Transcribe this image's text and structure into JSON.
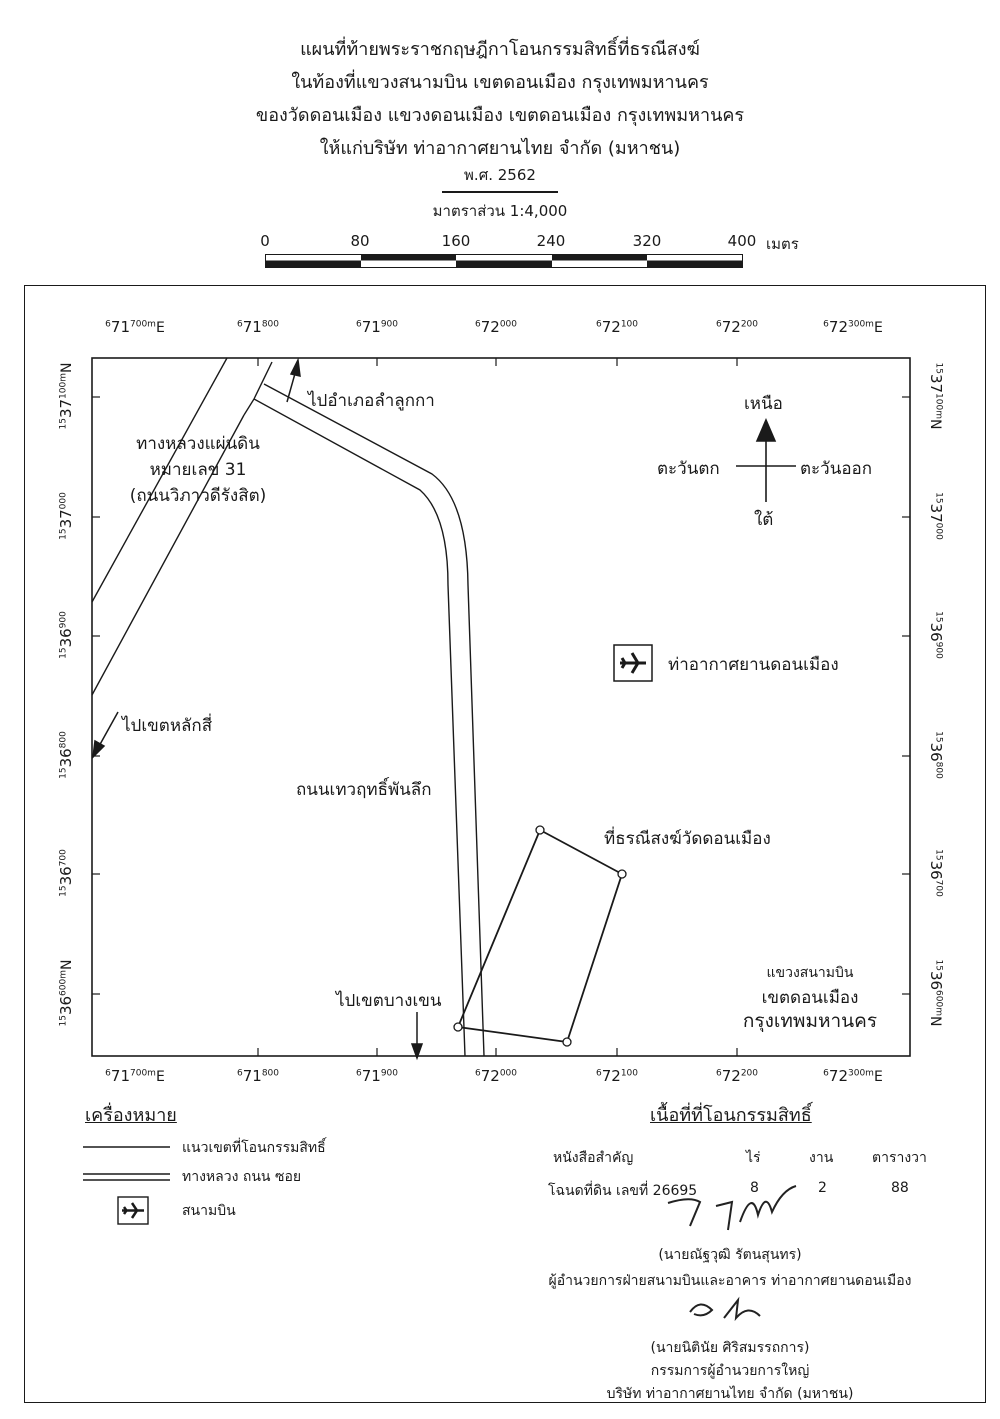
{
  "header": {
    "line1": "แผนที่ท้ายพระราชกฤษฎีกาโอนกรรมสิทธิ์ที่ธรณีสงฆ์",
    "line2": "ในท้องที่แขวงสนามบิน เขตดอนเมือง กรุงเทพมหานคร",
    "line3": "ของวัดดอนเมือง แขวงดอนเมือง เขตดอนเมือง กรุงเทพมหานคร",
    "line4": "ให้แก่บริษัท ท่าอากาศยานไทย จำกัด (มหาชน)",
    "year": "พ.ศ. 2562",
    "scale": "มาตราส่วน 1:4,000"
  },
  "scalebar": {
    "labels": [
      "0",
      "80",
      "160",
      "240",
      "320",
      "400"
    ],
    "unit": "เมตร"
  },
  "grid": {
    "easting": [
      {
        "pre": "6",
        "main": "71",
        "sup": "700m",
        "post": "E"
      },
      {
        "pre": "6",
        "main": "71",
        "sup": "800",
        "post": ""
      },
      {
        "pre": "6",
        "main": "71",
        "sup": "900",
        "post": ""
      },
      {
        "pre": "6",
        "main": "72",
        "sup": "000",
        "post": ""
      },
      {
        "pre": "6",
        "main": "72",
        "sup": "100",
        "post": ""
      },
      {
        "pre": "6",
        "main": "72",
        "sup": "200",
        "post": ""
      },
      {
        "pre": "6",
        "main": "72",
        "sup": "300m",
        "post": "E"
      }
    ],
    "northing": [
      {
        "pre": "15",
        "main": "37",
        "sup": "100m",
        "post": "N"
      },
      {
        "pre": "15",
        "main": "37",
        "sup": "000",
        "post": ""
      },
      {
        "pre": "15",
        "main": "36",
        "sup": "900",
        "post": ""
      },
      {
        "pre": "15",
        "main": "36",
        "sup": "800",
        "post": ""
      },
      {
        "pre": "15",
        "main": "36",
        "sup": "700",
        "post": ""
      },
      {
        "pre": "15",
        "main": "36",
        "sup": "600m",
        "post": "N"
      }
    ]
  },
  "map": {
    "to_lam_luk_ka": "ไปอำเภอลำลูกกา",
    "highway_line1": "ทางหลวงแผ่นดิน",
    "highway_line2": "หมายเลข 31",
    "highway_line3": "(ถนนวิภาวดีรังสิต)",
    "to_lak_si": "ไปเขตหลักสี่",
    "road_name": "ถนนเทวฤทธิ์พันลึก",
    "to_bang_khen": "ไปเขตบางเขน",
    "parcel_label": "ที่ธรณีสงฆ์วัดดอนเมือง",
    "airport_label": "ท่าอากาศยานดอนเมือง",
    "district_line1": "แขวงสนามบิน",
    "district_line2": "เขตดอนเมือง",
    "district_line3": "กรุงเทพมหานคร",
    "compass": {
      "north": "เหนือ",
      "south": "ใต้",
      "east": "ตะวันออก",
      "west": "ตะวันตก"
    }
  },
  "legend": {
    "title": "เครื่องหมาย",
    "boundary": "แนวเขตที่โอนกรรมสิทธิ์",
    "road": "ทางหลวง ถนน ซอย",
    "airport": "สนามบิน"
  },
  "area": {
    "title": "เนื้อที่ที่โอนกรรมสิทธิ์",
    "headers": [
      "หนังสือสำคัญ",
      "ไร่",
      "งาน",
      "ตารางวา"
    ],
    "rows": [
      {
        "doc": "โฉนดที่ดิน เลขที่ 26695",
        "rai": "8",
        "ngan": "2",
        "wa": "88"
      }
    ]
  },
  "signatures": {
    "first_name": "(นายณัฐวุฒิ รัตนสุนทร)",
    "first_title": "ผู้อำนวยการฝ่ายสนามบินและอาคาร ท่าอากาศยานดอนเมือง",
    "second_name": "(นายนิตินัย ศิริสมรรถการ)",
    "second_title1": "กรรมการผู้อำนวยการใหญ่",
    "second_title2": "บริษัท ท่าอากาศยานไทย จำกัด (มหาชน)"
  }
}
